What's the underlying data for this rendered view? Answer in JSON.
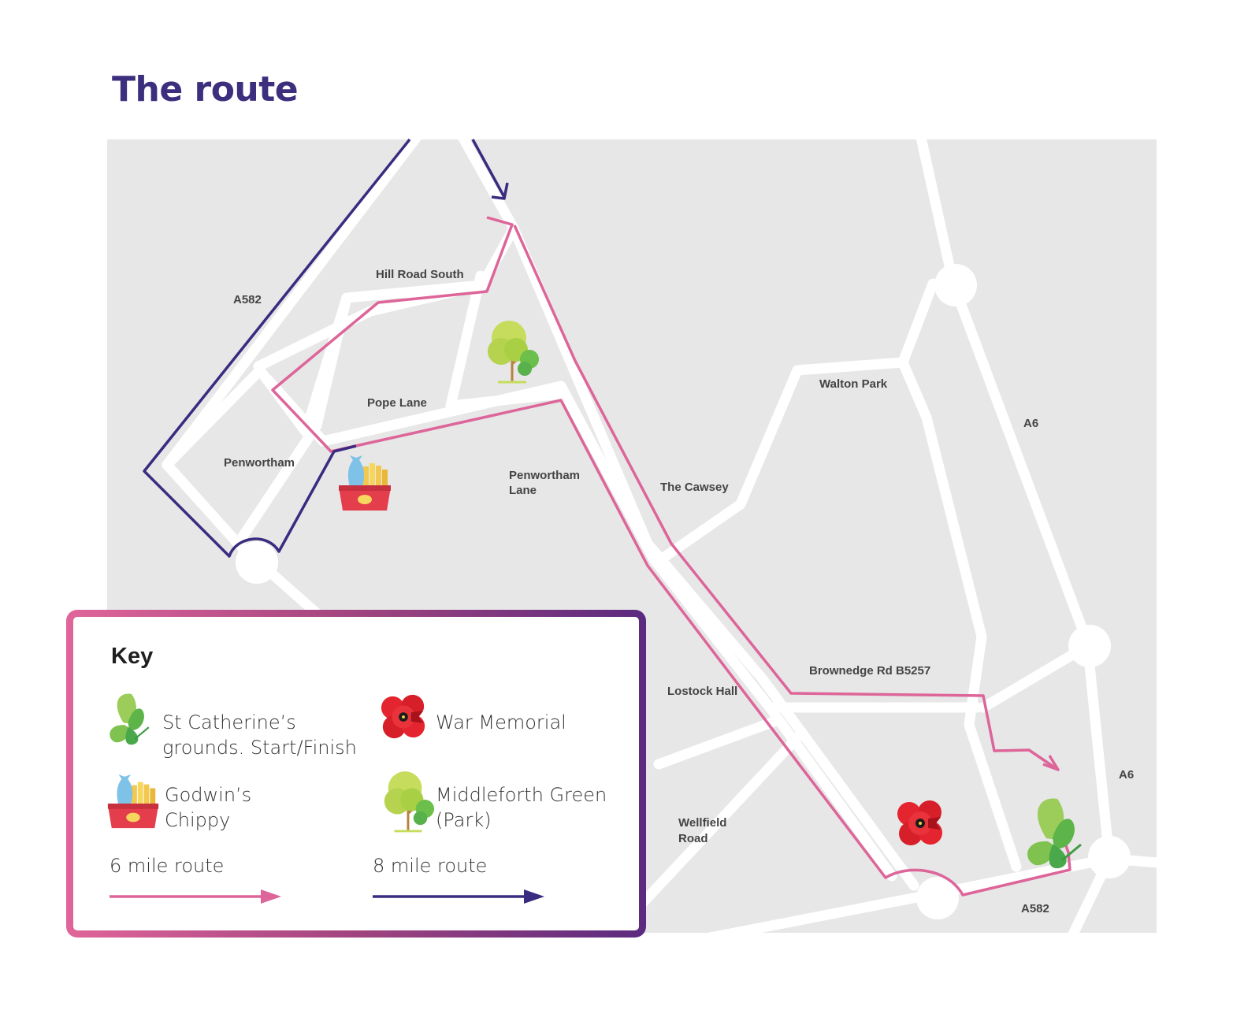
{
  "title": "The route",
  "map_labels": {
    "hill_road_south": "Hill Road South",
    "a582_nw": "A582",
    "pope_lane": "Pope Lane",
    "penwortham": "Penwortham",
    "penwortham_lane_1": "Penwortham",
    "penwortham_lane_2": "Lane",
    "walton_park": "Walton Park",
    "a6_n": "A6",
    "the_cawsey": "The Cawsey",
    "brownedge": "Brownedge Rd B5257",
    "lostock_hall": "Lostock Hall",
    "a6_s": "A6",
    "wellfield_1": "Wellfield",
    "wellfield_2": "Road",
    "a582_s": "A582"
  },
  "key": {
    "title": "Key",
    "start_finish_line1": "St Catherine’s",
    "start_finish_line2": "grounds. Start/Finish",
    "war_memorial": "War Memorial",
    "chippy_line1": "Godwin’s",
    "chippy_line2": "Chippy",
    "park_line1": "Middleforth Green",
    "park_line2": "(Park)",
    "route_6": "6 mile route",
    "route_8": "8 mile route"
  },
  "colors": {
    "title": "#3d2f7e",
    "route_6_mile": "#dd6599",
    "route_8_mile": "#3b2b80",
    "map_background": "#e7e7e8",
    "road": "#ffffff",
    "poppy_red": "#e4242e",
    "butterfly_green": "#6cbf4a",
    "tree_green": "#a9cf45"
  },
  "icons": [
    "butterfly-icon",
    "poppy-icon",
    "chips-basket-icon",
    "tree-icon",
    "arrow-icon"
  ]
}
